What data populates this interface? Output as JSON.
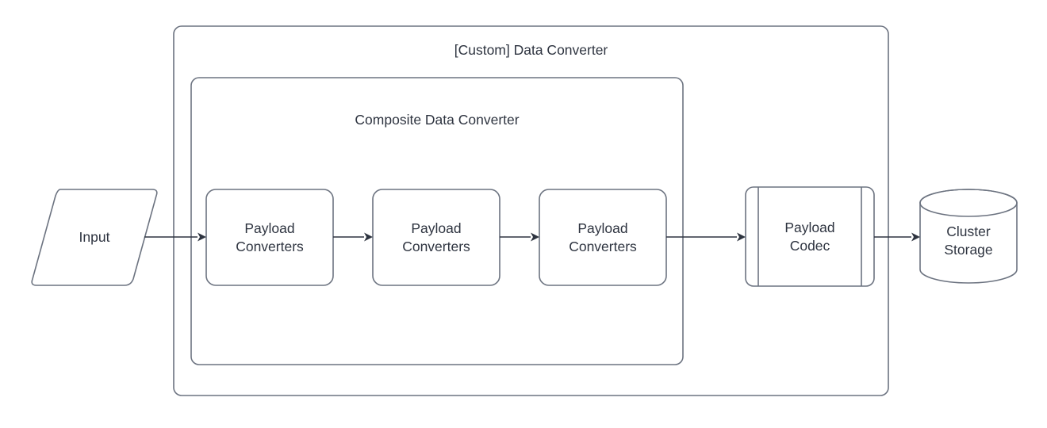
{
  "diagram": {
    "title_outer": "[Custom] Data Converter",
    "title_inner": "Composite Data Converter",
    "colors": {
      "background": "#ffffff",
      "shape_stroke": "#6c7380",
      "edge_stroke": "#2e3440",
      "text": "#2e3440",
      "shape_fill": "#ffffff"
    },
    "containers": [
      {
        "id": "custom-data-converter",
        "label": "[Custom] Data Converter",
        "shape": "rounded-rectangle"
      },
      {
        "id": "composite-data-converter",
        "label": "Composite Data Converter",
        "shape": "rounded-rectangle"
      }
    ],
    "nodes": [
      {
        "id": "input",
        "label": "Input",
        "shape": "parallelogram"
      },
      {
        "id": "payload-converters-1",
        "label": "Payload\nConverters",
        "shape": "rounded-rectangle"
      },
      {
        "id": "payload-converters-2",
        "label": "Payload\nConverters",
        "shape": "rounded-rectangle"
      },
      {
        "id": "payload-converters-3",
        "label": "Payload\nConverters",
        "shape": "rounded-rectangle"
      },
      {
        "id": "payload-codec",
        "label": "Payload\nCodec",
        "shape": "process"
      },
      {
        "id": "cluster-storage",
        "label": "Cluster\nStorage",
        "shape": "cylinder"
      }
    ],
    "edges": [
      {
        "from": "input",
        "to": "payload-converters-1",
        "arrow": "filled-triangle"
      },
      {
        "from": "payload-converters-1",
        "to": "payload-converters-2",
        "arrow": "filled-triangle"
      },
      {
        "from": "payload-converters-2",
        "to": "payload-converters-3",
        "arrow": "filled-triangle"
      },
      {
        "from": "payload-converters-3",
        "to": "payload-codec",
        "arrow": "filled-triangle"
      },
      {
        "from": "payload-codec",
        "to": "cluster-storage",
        "arrow": "filled-triangle"
      }
    ]
  }
}
